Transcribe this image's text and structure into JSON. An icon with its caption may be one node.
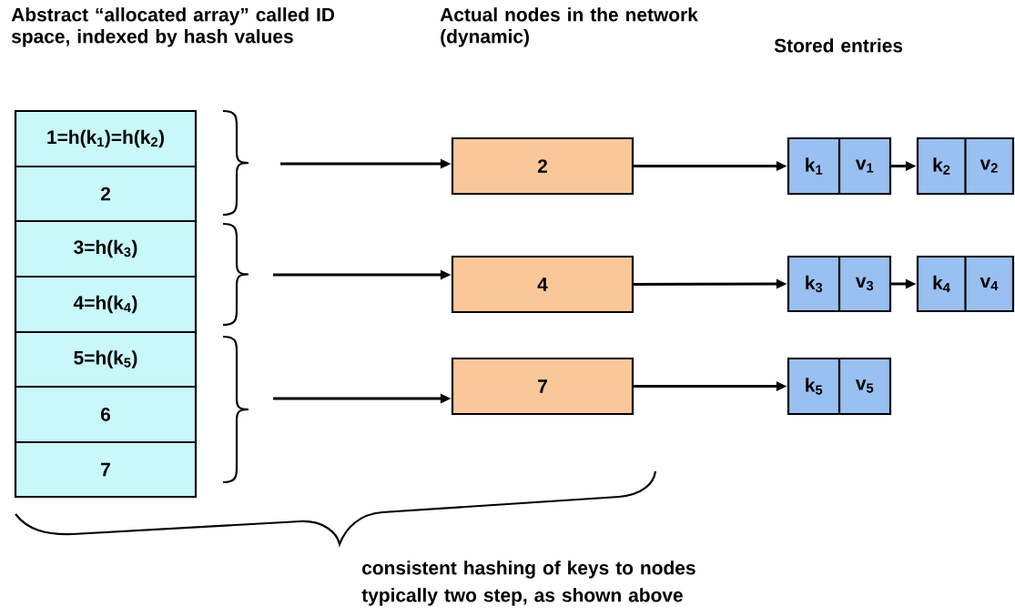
{
  "diagram": {
    "nodes": [
      {
        "text": [
          "1=h(k$_{1}$)=h(k$_{2}$)"
        ]
      },
      {
        "text": [
          "2"
        ]
      },
      {
        "text": [
          "3=h(k$_{3}$)"
        ]
      },
      {
        "text": [
          "4=h(k$_{4}$)"
        ]
      },
      {
        "text": [
          "5=h(k$_{5}$)"
        ]
      },
      {
        "text": [
          "6"
        ]
      },
      {
        "text": [
          "7"
        ]
      },
      {
        "text": [
          "2"
        ]
      },
      {
        "text": [
          "4"
        ]
      },
      {
        "text": [
          "7"
        ]
      },
      {
        "text": [
          "k$_{1}$",
          "v$_{1}$"
        ]
      },
      {
        "text": [
          "k$_{2}$",
          "v$_{2}$"
        ]
      },
      {
        "text": [
          "k$_{3}$",
          "v$_{3}$"
        ]
      },
      {
        "text": [
          "k$_{4}$",
          "v$_{4}$"
        ]
      },
      {
        "text": [
          "k$_{5}$",
          "v$_{5}$"
        ]
      }
    ],
    "edges": [
      {
        "from": null,
        "to": 7,
        "arrow": "to"
      },
      {
        "from": null,
        "to": 8,
        "arrow": "to"
      },
      {
        "from": null,
        "to": 9,
        "arrow": "to"
      },
      {
        "from": 7,
        "to": 10,
        "arrow": "to"
      },
      {
        "from": 10,
        "to": 11,
        "arrow": "to"
      },
      {
        "from": 8,
        "to": 12,
        "arrow": "to"
      },
      {
        "from": 12,
        "to": 13,
        "arrow": "to"
      },
      {
        "from": 9,
        "to": 14,
        "arrow": "to"
      }
    ],
    "labels": [
      "Abstract “allocated array” called ID space, indexed by hash values",
      "Actual nodes in the network (dynamic)",
      "Stored entries",
      "consistent hashing of keys to nodes",
      "typically two step, as shown above"
    ]
  }
}
